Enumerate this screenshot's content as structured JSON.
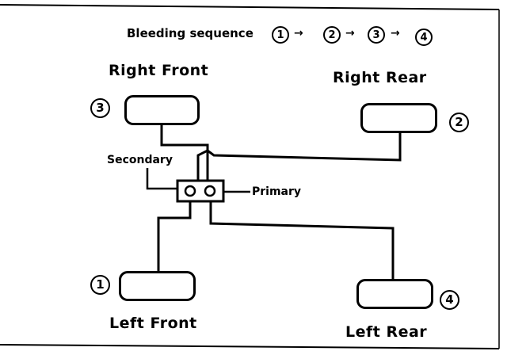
{
  "sequence": {
    "label": "Bleeding sequence",
    "steps": [
      "1",
      "2",
      "3",
      "4"
    ],
    "arrow": "→"
  },
  "wheels": {
    "right_front": {
      "label": "Right Front",
      "order": "3"
    },
    "right_rear": {
      "label": "Right Rear",
      "order": "2"
    },
    "left_front": {
      "label": "Left Front",
      "order": "1"
    },
    "left_rear": {
      "label": "Left Rear",
      "order": "4"
    }
  },
  "valve": {
    "secondary_label": "Secondary",
    "primary_label": "Primary"
  }
}
